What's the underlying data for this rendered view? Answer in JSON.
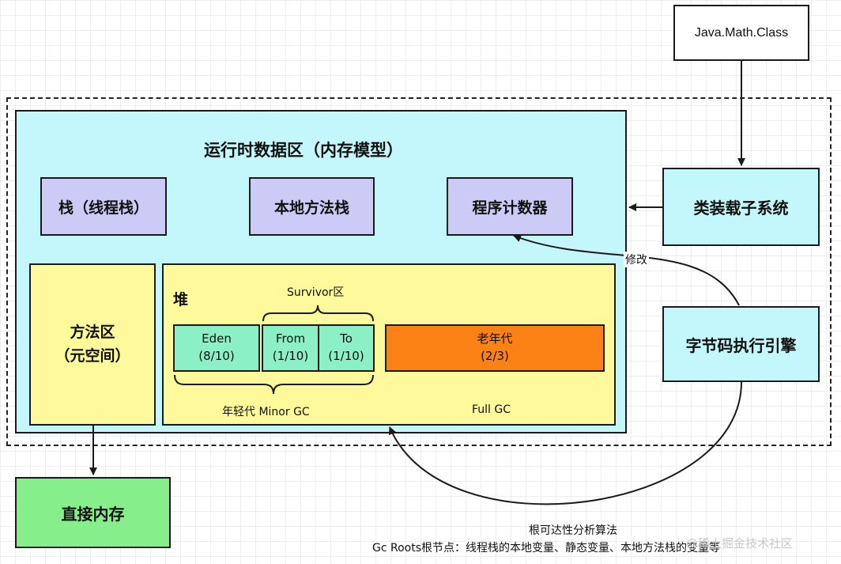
{
  "diagram": {
    "class_file": "Java.Math.Class",
    "class_loader": "类装载子系统",
    "runtime_area": {
      "title": "运行时数据区（内存模型）",
      "stack": "栈（线程栈）",
      "native_stack": "本地方法栈",
      "pc_register": "程序计数器",
      "method_area": {
        "line1": "方法区",
        "line2": "（元空间）"
      },
      "heap": {
        "title": "堆",
        "survivor_label": "Survivor区",
        "eden": {
          "name": "Eden",
          "ratio": "(8/10)"
        },
        "from": {
          "name": "From",
          "ratio": "(1/10)"
        },
        "to": {
          "name": "To",
          "ratio": "(1/10)"
        },
        "old_gen": {
          "name": "老年代",
          "ratio": "(2/3)"
        },
        "young_label": "年轻代 Minor GC",
        "full_gc_label": "Full GC"
      }
    },
    "execution_engine": "字节码执行引擎",
    "modify_label": "修改",
    "direct_memory": "直接内存",
    "footer": {
      "line1": "根可达性分析算法",
      "line2": "Gc Roots根节点：线程栈的本地变量、静态变量、本地方法栈的变量等",
      "watermark": "@稀土掘金技术社区"
    },
    "colors": {
      "runtime_bg": "#c4f7fb",
      "lavender": "#cccbf6",
      "yellow": "#fef99a",
      "mint": "#8bf0c5",
      "orange": "#fc8215",
      "green": "#86ee8a"
    }
  }
}
